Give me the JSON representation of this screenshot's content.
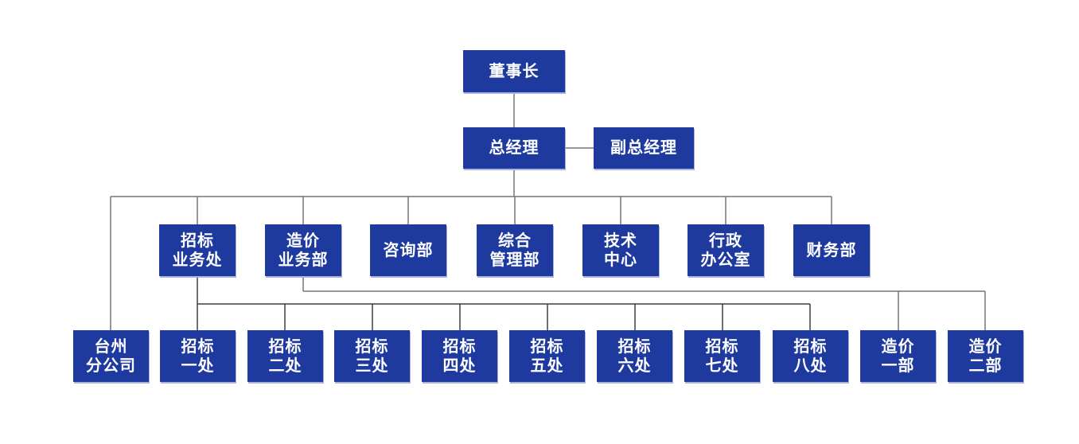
{
  "chart": {
    "type": "org-chart",
    "colors": {
      "box_fill": "#1f3a9e",
      "box_text": "#ffffff",
      "box_shadow": "#a9b4dc",
      "line_gray": "#757575",
      "line_dark": "#3f3f3f",
      "background": "#ffffff"
    },
    "nodes": [
      {
        "id": "chairman",
        "lines": [
          "董事长"
        ],
        "parent": null
      },
      {
        "id": "general-manager",
        "lines": [
          "总经理"
        ],
        "parent": "chairman"
      },
      {
        "id": "deputy-gm",
        "lines": [
          "副总经理"
        ],
        "parent": "general-manager"
      },
      {
        "id": "bidding-office",
        "lines": [
          "招标",
          "业务处"
        ],
        "parent": "general-manager"
      },
      {
        "id": "cost-dept",
        "lines": [
          "造价",
          "业务部"
        ],
        "parent": "general-manager"
      },
      {
        "id": "consulting-dept",
        "lines": [
          "咨询部"
        ],
        "parent": "general-manager"
      },
      {
        "id": "general-mgmt-dept",
        "lines": [
          "综合",
          "管理部"
        ],
        "parent": "general-manager"
      },
      {
        "id": "tech-center",
        "lines": [
          "技术",
          "中心"
        ],
        "parent": "general-manager"
      },
      {
        "id": "admin-office",
        "lines": [
          "行政",
          "办公室"
        ],
        "parent": "general-manager"
      },
      {
        "id": "finance-dept",
        "lines": [
          "财务部"
        ],
        "parent": "general-manager"
      },
      {
        "id": "taizhou-branch",
        "lines": [
          "台州",
          "分公司"
        ],
        "parent": "general-manager"
      },
      {
        "id": "bidding-section-1",
        "lines": [
          "招标",
          "一处"
        ],
        "parent": "bidding-office"
      },
      {
        "id": "bidding-section-2",
        "lines": [
          "招标",
          "二处"
        ],
        "parent": "bidding-office"
      },
      {
        "id": "bidding-section-3",
        "lines": [
          "招标",
          "三处"
        ],
        "parent": "bidding-office"
      },
      {
        "id": "bidding-section-4",
        "lines": [
          "招标",
          "四处"
        ],
        "parent": "bidding-office"
      },
      {
        "id": "bidding-section-5",
        "lines": [
          "招标",
          "五处"
        ],
        "parent": "bidding-office"
      },
      {
        "id": "bidding-section-6",
        "lines": [
          "招标",
          "六处"
        ],
        "parent": "bidding-office"
      },
      {
        "id": "bidding-section-7",
        "lines": [
          "招标",
          "七处"
        ],
        "parent": "bidding-office"
      },
      {
        "id": "bidding-section-8",
        "lines": [
          "招标",
          "八处"
        ],
        "parent": "bidding-office"
      },
      {
        "id": "cost-section-1",
        "lines": [
          "造价",
          "一部"
        ],
        "parent": "cost-dept"
      },
      {
        "id": "cost-section-2",
        "lines": [
          "造价",
          "二部"
        ],
        "parent": "cost-dept"
      }
    ]
  }
}
